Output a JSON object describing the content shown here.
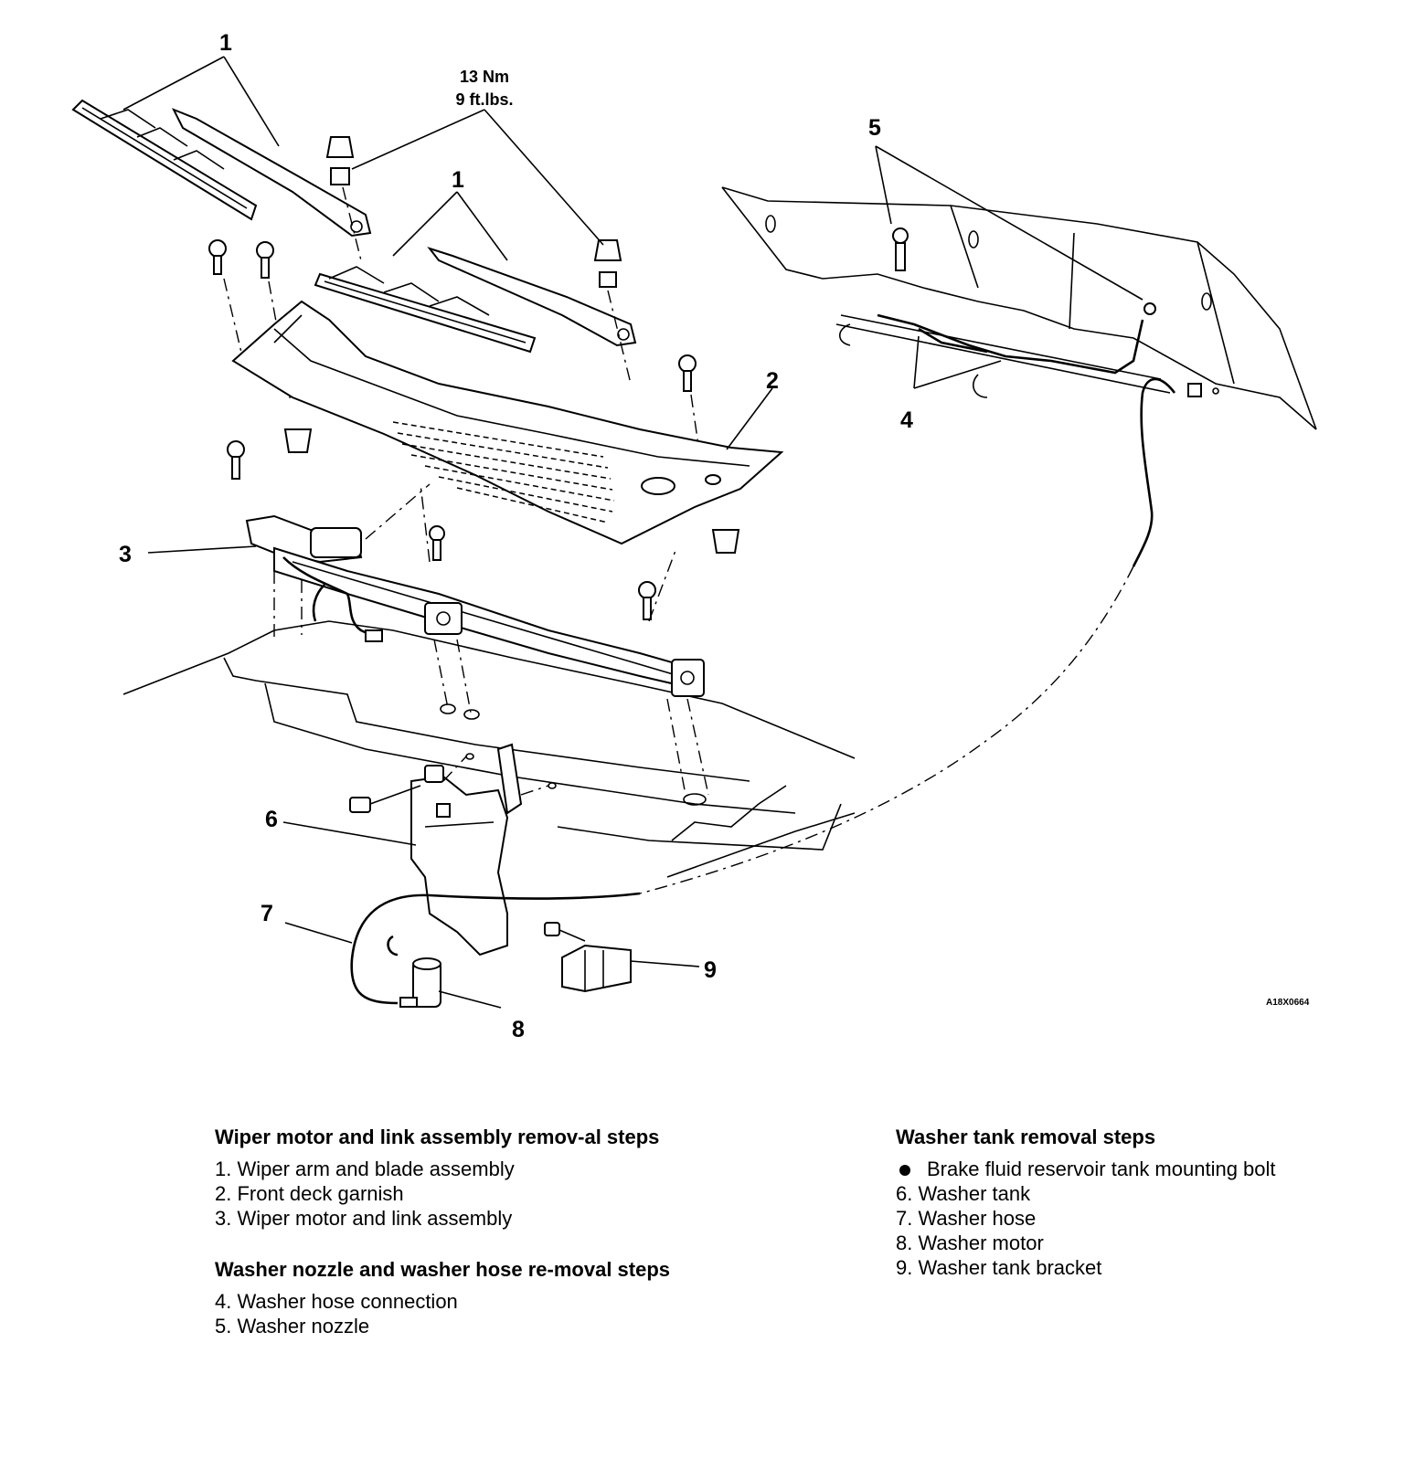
{
  "diagram": {
    "figure_id": "A18X0664",
    "torque_spec": {
      "metric": "13 Nm",
      "imperial": "9 ft.lbs."
    },
    "callouts": [
      "1",
      "1",
      "2",
      "3",
      "4",
      "5",
      "6",
      "7",
      "8",
      "9"
    ]
  },
  "wiper_steps": {
    "title": "Wiper motor and link assembly remov-al steps",
    "items": [
      "1. Wiper arm and blade assembly",
      "2. Front deck garnish",
      "3. Wiper motor and link assembly"
    ]
  },
  "nozzle_steps": {
    "title": "Washer nozzle and washer hose re-moval steps",
    "items": [
      "4. Washer hose connection",
      "5. Washer nozzle"
    ]
  },
  "tank_steps": {
    "title": "Washer tank removal steps",
    "bullet_item": "Brake fluid reservoir tank mounting bolt",
    "items": [
      "6. Washer tank",
      "7. Washer hose",
      "8. Washer motor",
      "9. Washer tank bracket"
    ]
  }
}
